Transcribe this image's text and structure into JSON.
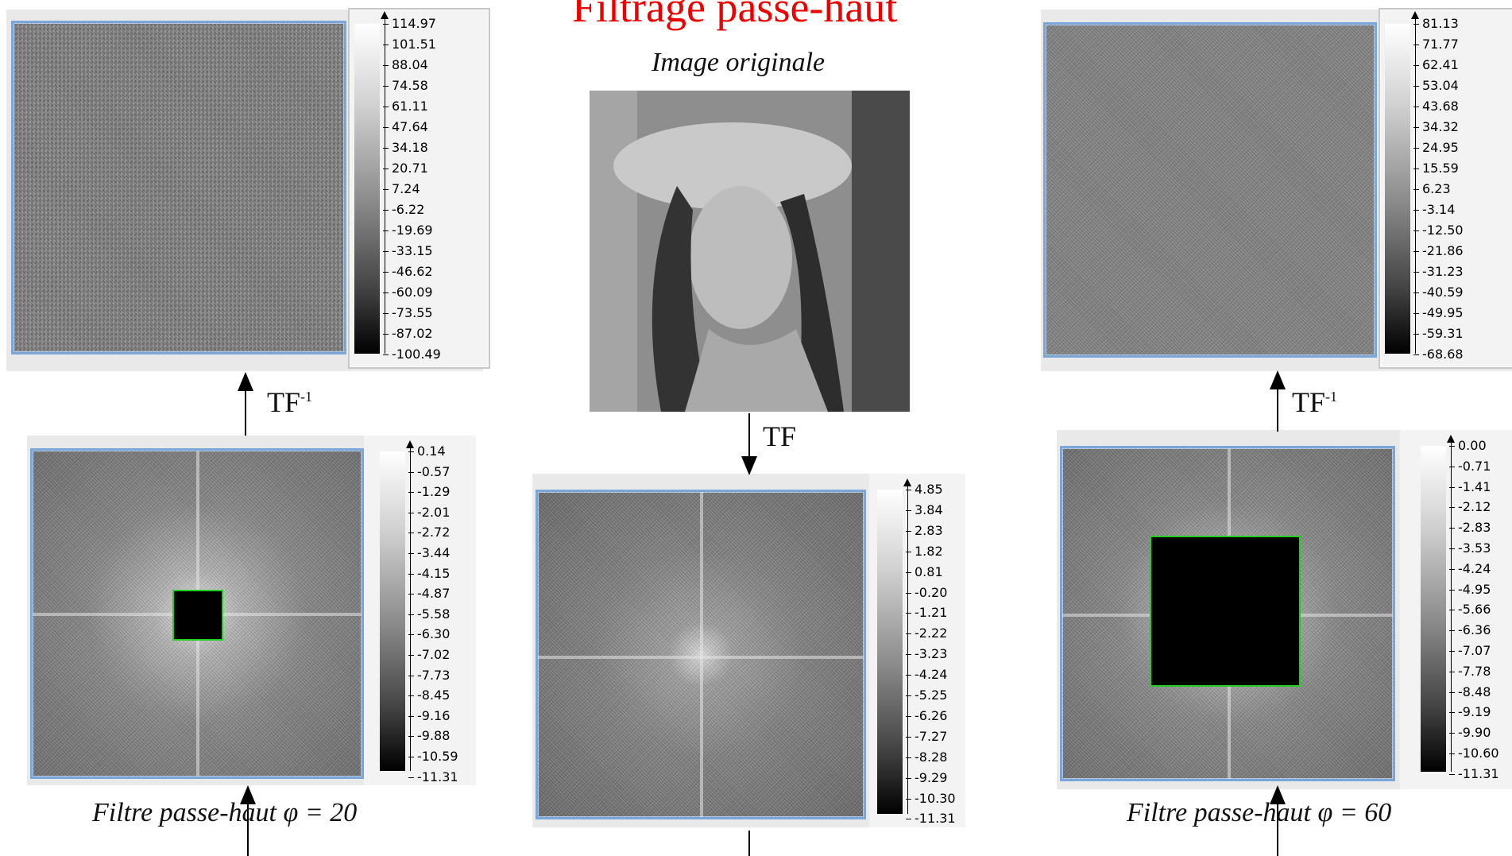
{
  "title": "Filtrage passe-haut",
  "original_caption": "Image originale",
  "tf_label": "TF",
  "tfi_label": "TF",
  "tfi_sup": "-1",
  "left_caption_text": "Filtre passe-haut ",
  "right_caption_text": "Filtre passe-haut ",
  "phi_symbol": "φ",
  "left_phi_value": " = 20",
  "right_phi_value": " = 60",
  "colors": {
    "title": "#ee0000",
    "frame": "#7aa7d8",
    "mask_border": "#22cc22"
  },
  "scales": {
    "top_left": [
      "114.97",
      "101.51",
      "88.04",
      "74.58",
      "61.11",
      "47.64",
      "34.18",
      "20.71",
      "7.24",
      "-6.22",
      "-19.69",
      "-33.15",
      "-46.62",
      "-60.09",
      "-73.55",
      "-87.02",
      "-100.49"
    ],
    "top_right": [
      "81.13",
      "71.77",
      "62.41",
      "53.04",
      "43.68",
      "34.32",
      "24.95",
      "15.59",
      "6.23",
      "-3.14",
      "-12.50",
      "-21.86",
      "-31.23",
      "-40.59",
      "-49.95",
      "-59.31",
      "-68.68"
    ],
    "bottom_left": [
      "0.14",
      "-0.57",
      "-1.29",
      "-2.01",
      "-2.72",
      "-3.44",
      "-4.15",
      "-4.87",
      "-5.58",
      "-6.30",
      "-7.02",
      "-7.73",
      "-8.45",
      "-9.16",
      "-9.88",
      "-10.59",
      "-11.31"
    ],
    "bottom_center": [
      "4.85",
      "3.84",
      "2.83",
      "1.82",
      "0.81",
      "-0.20",
      "-1.21",
      "-2.22",
      "-3.23",
      "-4.24",
      "-5.25",
      "-6.26",
      "-7.27",
      "-8.28",
      "-9.29",
      "-10.30",
      "-11.31"
    ],
    "bottom_right": [
      "0.00",
      "-0.71",
      "-1.41",
      "-2.12",
      "-2.83",
      "-3.53",
      "-4.24",
      "-4.95",
      "-5.66",
      "-6.36",
      "-7.07",
      "-7.78",
      "-8.48",
      "-9.19",
      "-9.90",
      "-10.60",
      "-11.31"
    ]
  }
}
